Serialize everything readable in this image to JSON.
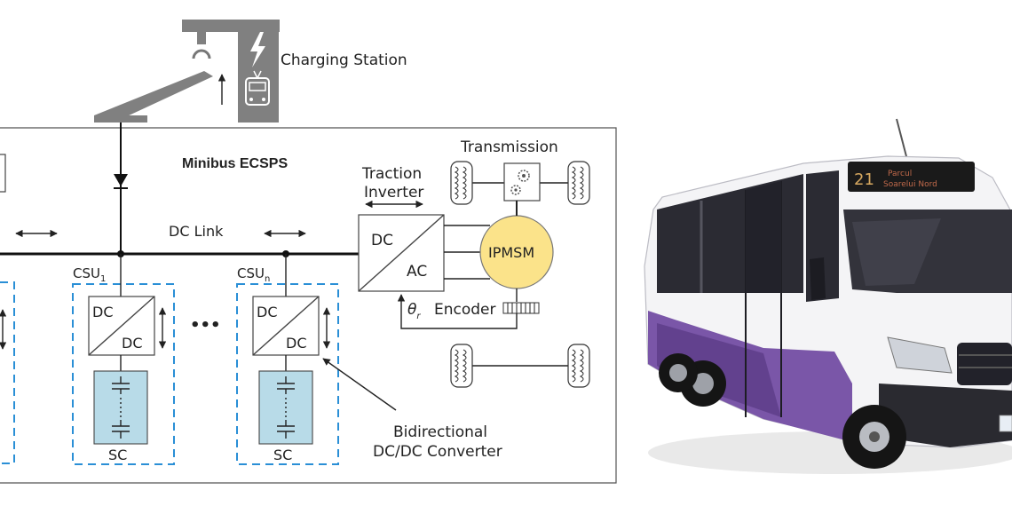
{
  "diagram": {
    "charging_station_label": "Charging Station",
    "title": "Minibus ECSPS",
    "dc_link_label": "DC Link",
    "traction_inverter_label_line1": "Traction",
    "traction_inverter_label_line2": "Inverter",
    "transmission_label": "Transmission",
    "inverter_dc": "DC",
    "inverter_ac": "AC",
    "motor_label": "IPMSM",
    "encoder_label": "Encoder",
    "theta_label": "θ",
    "theta_sub": "r",
    "csu": [
      {
        "name": "CSU",
        "sub": "1",
        "conv_top": "DC",
        "conv_bottom": "DC",
        "storage_label": "SC"
      },
      {
        "name": "CSU",
        "sub": "n",
        "conv_top": "DC",
        "conv_bottom": "DC",
        "storage_label": "SC"
      }
    ],
    "ellipsis": "•••",
    "converter_callout_line1": "Bidirectional",
    "converter_callout_line2": "DC/DC Converter"
  },
  "bus_photo": {
    "destination_display_line1": "21",
    "destination_display_line2": "Parcul",
    "destination_display_line3": "Soarelui Nord",
    "colors": {
      "body": "#f4f4f6",
      "purple": "#7a56a8",
      "dark_purple": "#4e3278",
      "glass": "#2b2b33"
    }
  },
  "colors": {
    "dc_link": "#111111",
    "dashed_border": "#2a8fd6",
    "sc_fill": "#b8dbe8",
    "motor_fill": "#fbe38a",
    "station_gray": "#808080"
  }
}
